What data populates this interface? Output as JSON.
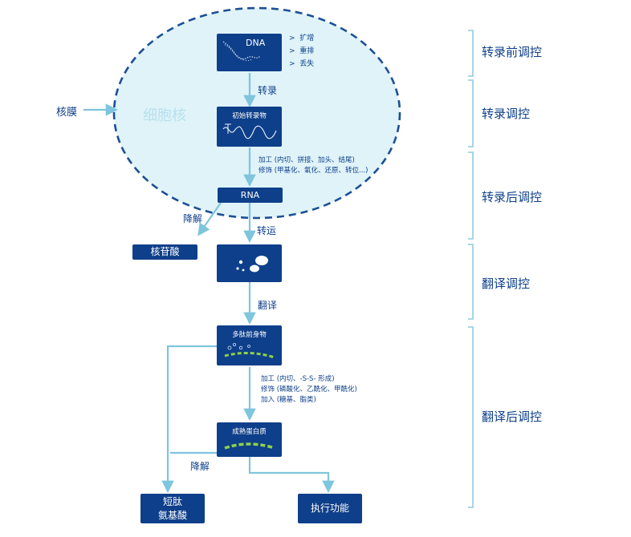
{
  "nucleus": {
    "label": "细胞核",
    "membrane_label": "核膜"
  },
  "nodes": {
    "dna": {
      "title": "DNA",
      "events": [
        "扩增",
        "重排",
        "丢失"
      ]
    },
    "primary_transcript": {
      "title": "初始转录物"
    },
    "rna": {
      "title": "RNA"
    },
    "nucleotides": {
      "title": "核苷酸"
    },
    "polypeptide_precursor": {
      "title": "多肽前身物"
    },
    "mature_protein": {
      "title": "成熟蛋白质"
    },
    "short_peptide": {
      "line1": "短肽",
      "line2": "氨基酸"
    },
    "function": {
      "title": "执行功能"
    }
  },
  "edges": {
    "transcription": "转录",
    "transport": "转运",
    "translation": "翻译",
    "rna_degradation": "降解",
    "protein_degradation": "降解"
  },
  "notes": {
    "rna_processing": [
      "加工 (内切、拼接、加头、结尾)",
      "修饰 (甲基化、氧化、还原、转位...)"
    ],
    "protein_processing": [
      "加工 (内切、-S-S- 形成)",
      "修饰 (磷酸化、乙酰化、甲酰化)",
      "加入 (糖基、脂类)"
    ]
  },
  "stages": [
    "转录前调控",
    "转录调控",
    "转录后调控",
    "翻译调控",
    "翻译后调控"
  ],
  "colors": {
    "box": "#0e3f8a",
    "arrow": "#7ec5dd",
    "nucleus_fill": "#dff3f9",
    "nucleus_border": "#1c4f96",
    "bracket": "#9fd0e4",
    "green": "#8ed14b"
  }
}
